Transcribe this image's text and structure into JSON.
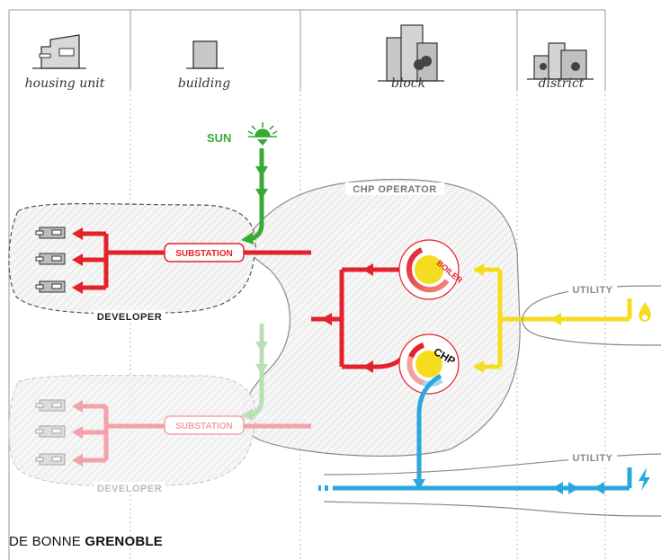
{
  "columns": [
    {
      "label": "housing unit"
    },
    {
      "label": "building"
    },
    {
      "label": "block"
    },
    {
      "label": "district"
    }
  ],
  "labels": {
    "sun": "SUN",
    "chp_operator": "CHP OPERATOR",
    "substation_top": "SUBSTATION",
    "substation_bottom": "SUBSTATION",
    "developer_top": "DEVELOPER",
    "developer_bottom": "DEVELOPER",
    "boiler": "BOILER",
    "chp": "CHP",
    "utility_gas": "UTILITY",
    "utility_electric": "UTILITY"
  },
  "footer": {
    "light": "DE BONNE",
    "bold": "GRENOBLE"
  },
  "colors": {
    "heat": "#e3222b",
    "heat_faded": "#f2a2a8",
    "solar": "#3aaa35",
    "solar_faded": "#b9e0b4",
    "gas": "#f5dc1e",
    "electric": "#2aa7df",
    "grid": "#9a9a9a"
  },
  "icons": [
    "house-icon",
    "building-icon",
    "block-icon",
    "district-icon",
    "sun-icon",
    "flame-icon",
    "lightning-icon",
    "boiler-icon",
    "chp-icon"
  ]
}
